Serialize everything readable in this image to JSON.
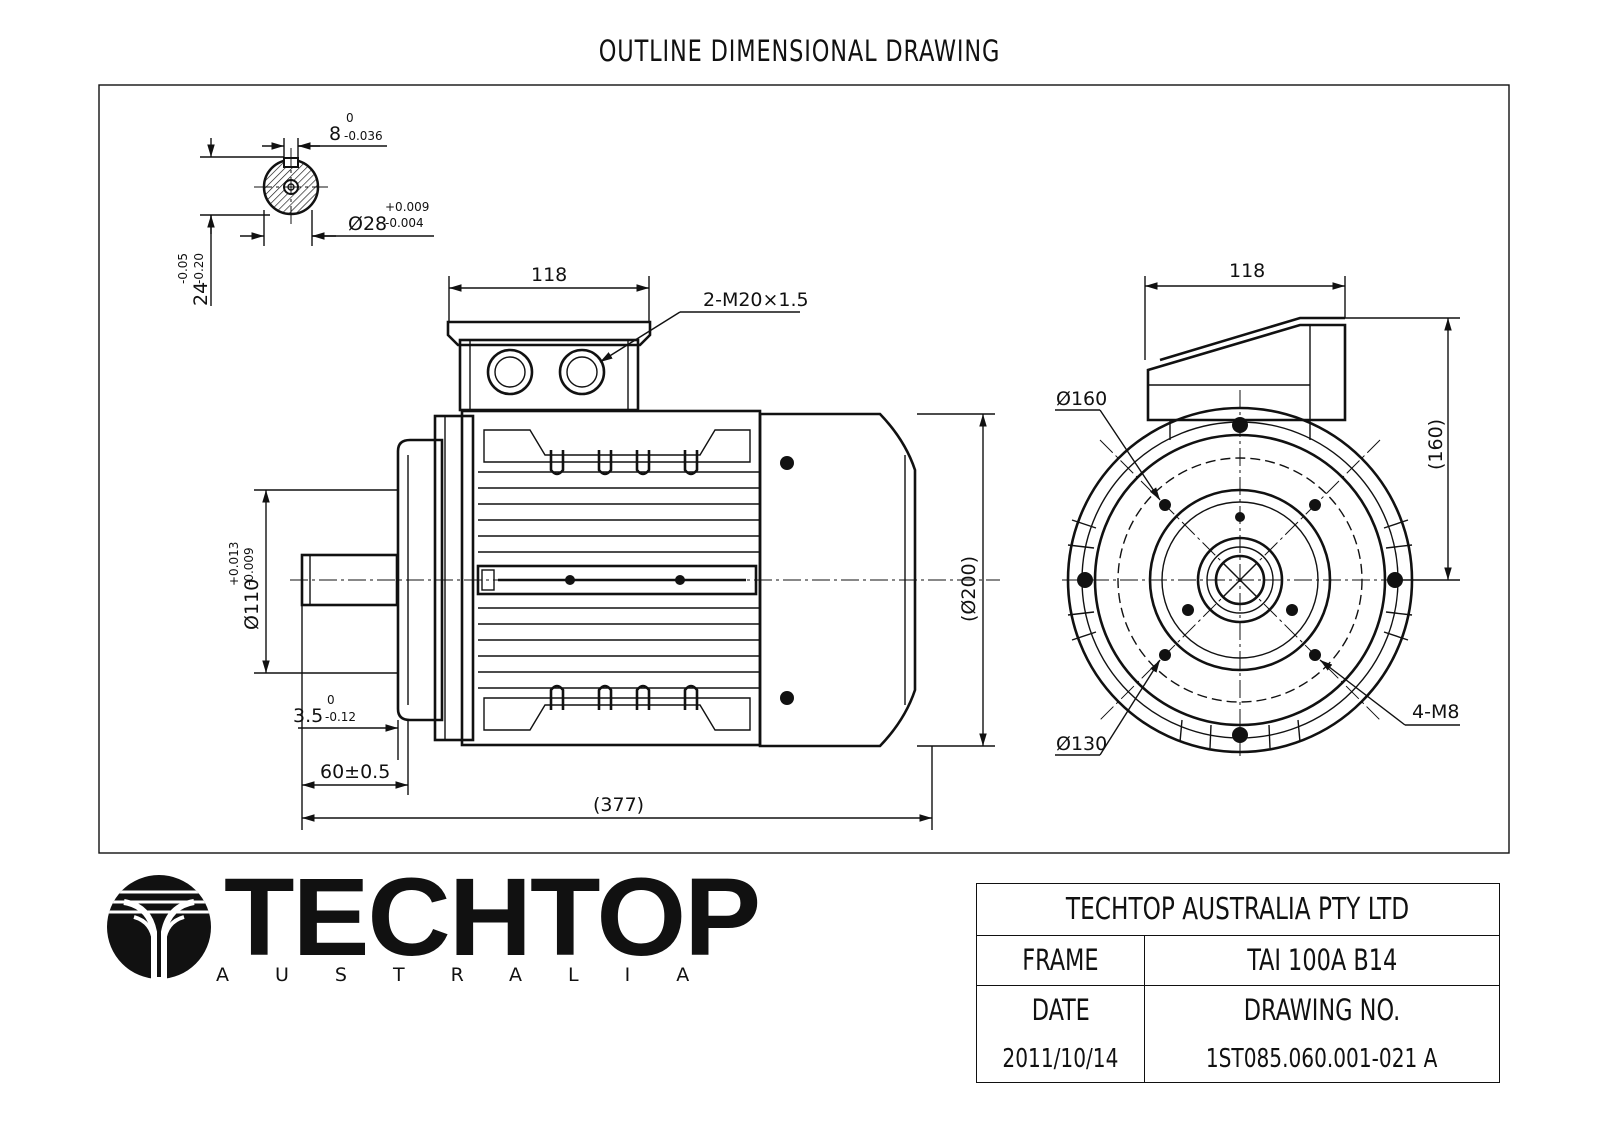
{
  "title": "OUTLINE DIMENSIONAL DRAWING",
  "shaft_section": {
    "key_width": "8",
    "key_width_tol_upper": "0",
    "key_width_tol_lower": "-0.036",
    "shaft_diameter": "Ø28",
    "shaft_diameter_tol_upper": "+0.009",
    "shaft_diameter_tol_lower": "-0.004",
    "key_height": "24",
    "key_height_tol_upper": "-0.05",
    "key_height_tol_lower": "-0.20"
  },
  "side_view": {
    "terminal_box_width": "118",
    "cable_gland": "2-M20×1.5",
    "spigot_diameter": "Ø110",
    "spigot_tol_upper": "+0.013",
    "spigot_tol_lower": "-0.009",
    "spigot_depth": "3.5",
    "spigot_depth_tol_upper": "0",
    "spigot_depth_tol_lower": "-0.12",
    "shaft_length": "60±0.5",
    "overall_length": "(377)",
    "body_diameter": "(Ø200)"
  },
  "end_view": {
    "terminal_box_width": "118",
    "pcd_outer": "Ø160",
    "pcd_inner": "Ø130",
    "centre_height": "(160)",
    "flange_holes": "4-M8"
  },
  "logo": {
    "word": "TECHTOP",
    "sub": "AUSTRALIA"
  },
  "title_block": {
    "company": "TECHTOP AUSTRALIA PTY LTD",
    "frame_label": "FRAME",
    "frame_value": "TAI 100A B14",
    "date_label": "DATE",
    "drawing_no_label": "DRAWING NO.",
    "date_value": "2011/10/14",
    "drawing_no_value": "1ST085.060.001-021 A"
  }
}
